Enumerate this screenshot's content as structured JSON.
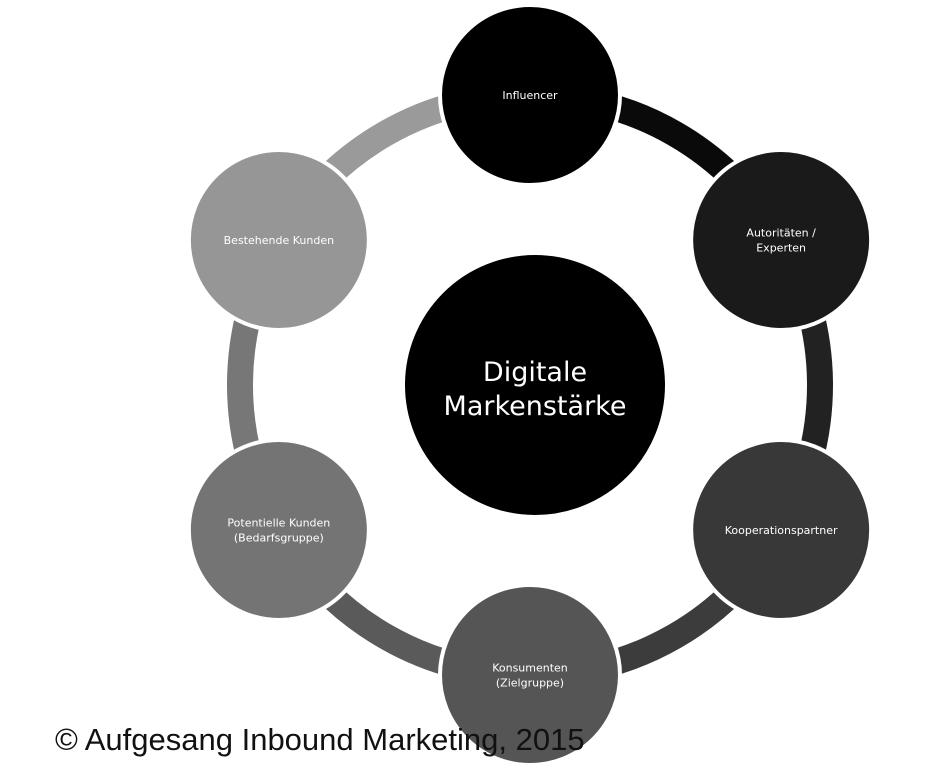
{
  "center": {
    "lines": [
      "Digitale",
      "Markenstärke"
    ],
    "color": "#000000"
  },
  "nodes": [
    {
      "lines": [
        "Influencer"
      ],
      "color": "#000000"
    },
    {
      "lines": [
        "Autoritäten /",
        "Experten"
      ],
      "color": "#1a1a1a"
    },
    {
      "lines": [
        "Kooperationspartner"
      ],
      "color": "#383838"
    },
    {
      "lines": [
        "Konsumenten",
        "(Zielgruppe)"
      ],
      "color": "#555555"
    },
    {
      "lines": [
        "Potentielle Kunden",
        "(Bedarfsgruppe)"
      ],
      "color": "#747474"
    },
    {
      "lines": [
        "Bestehende Kunden"
      ],
      "color": "#969696"
    }
  ],
  "ring_colors": [
    "#0a0a0a",
    "#222222",
    "#3c3c3c",
    "#5a5a5a",
    "#777777",
    "#9a9a9a"
  ],
  "copyright": "© Aufgesang Inbound Marketing, 2015"
}
